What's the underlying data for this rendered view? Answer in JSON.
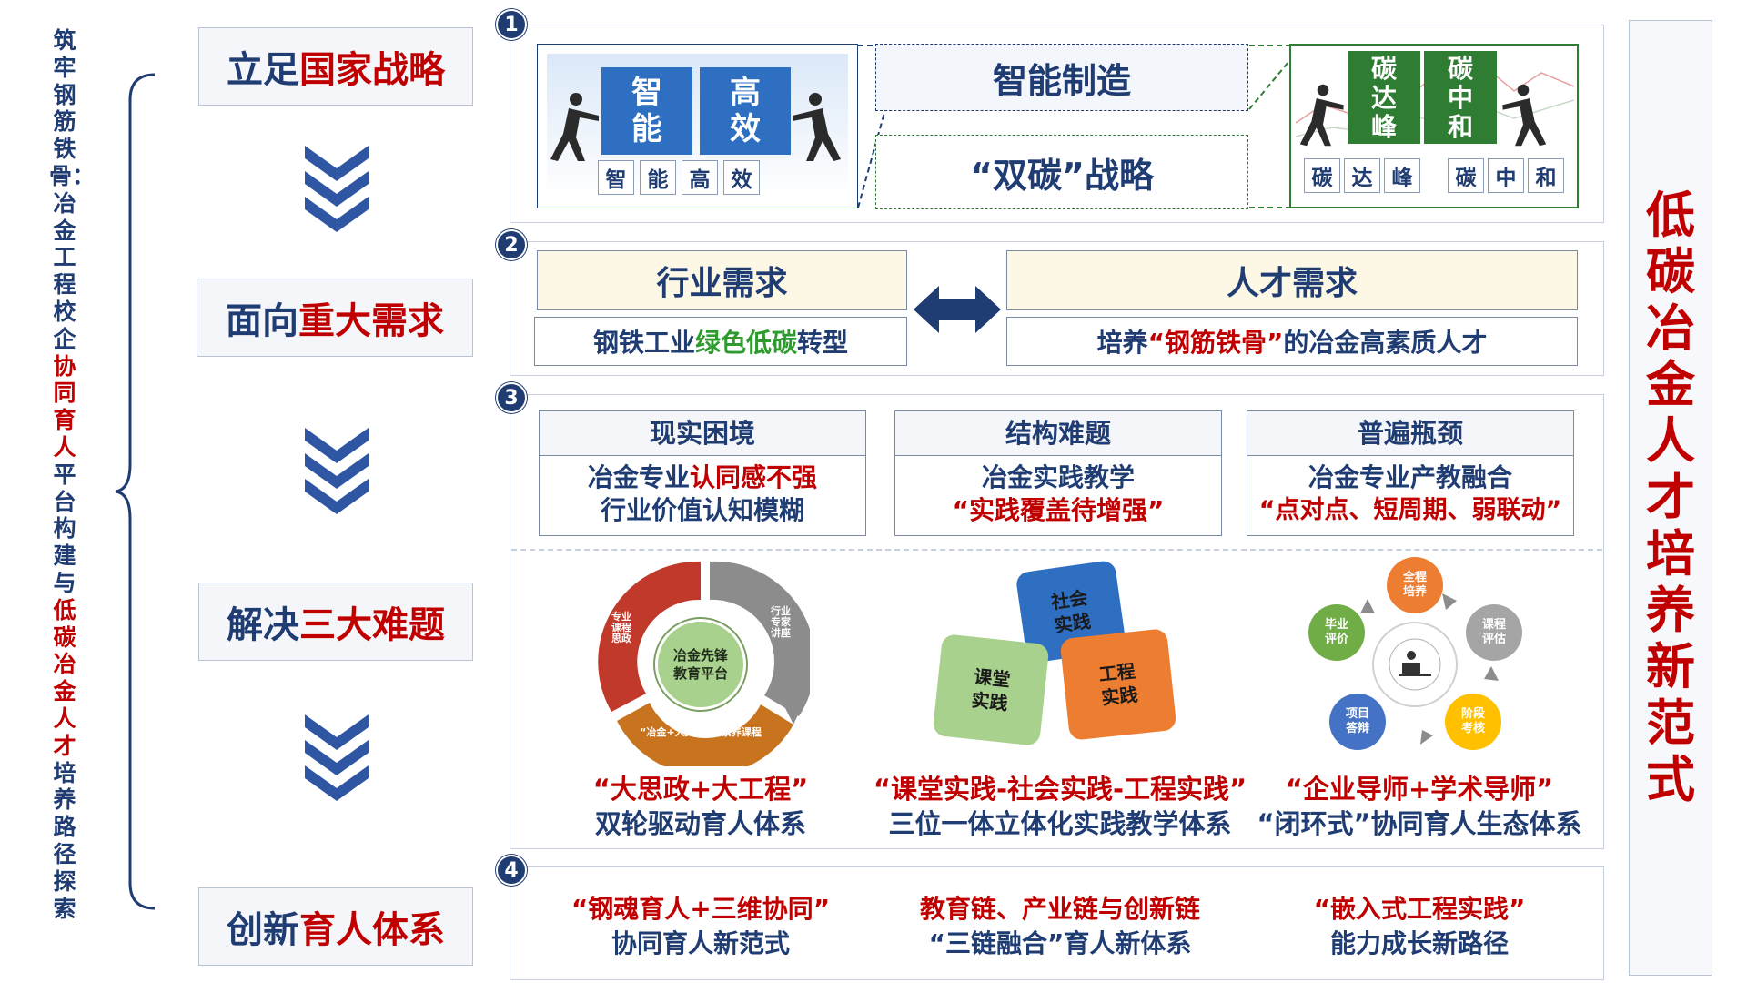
{
  "left_title": {
    "part1": "筑牢钢筋铁骨：冶金工程校企",
    "part2": "协同育人",
    "part3": "平台构建与",
    "part4": "低碳冶金人才",
    "part5": "培养路径探索"
  },
  "right_title": "低碳冶金人才培养新范式",
  "steps": [
    {
      "pre": "立足",
      "hl": "国家战略"
    },
    {
      "pre": "面向",
      "hl": "重大需求"
    },
    {
      "pre": "解决",
      "hl": "三大难题"
    },
    {
      "pre": "创新",
      "hl": "育人体系"
    }
  ],
  "section1": {
    "num": "1",
    "puzzle_left": {
      "a": "智能",
      "b": "高效",
      "cells": [
        "智",
        "能",
        "高",
        "效"
      ]
    },
    "mid_top": "智能制造",
    "mid_bottom": "“双碳”战略",
    "puzzle_right": {
      "a": "碳达峰",
      "b": "碳中和",
      "cells": [
        "碳",
        "达",
        "峰",
        "碳",
        "中",
        "和"
      ]
    }
  },
  "section2": {
    "num": "2",
    "left_header": "行业需求",
    "left_body": {
      "pre": "钢铁工业",
      "hl": "绿色低碳",
      "post": "转型"
    },
    "right_header": "人才需求",
    "right_body": {
      "pre": "培养",
      "hl": "“钢筋铁骨”",
      "post": " 的冶金高素质人才"
    }
  },
  "section3": {
    "num": "3",
    "problems": [
      {
        "header": "现实困境",
        "l1_pre": "冶金专业",
        "l1_hl": "认同感不强",
        "l2": "行业价值认知模糊"
      },
      {
        "header": "结构难题",
        "l1_pre": "冶金实践教学",
        "l1_hl": "",
        "l2": "“实践覆盖待增强”"
      },
      {
        "header": "普遍瓶颈",
        "l1_pre": "冶金专业产教融合",
        "l1_hl": "",
        "l2": "“点对点、短周期、弱联动”"
      }
    ],
    "wheel": {
      "center": "冶金先锋教育平台",
      "seg1": "专业课程思政",
      "seg2": "行业专家讲座",
      "seg3": "“冶金+人文”综合素养课程",
      "cap1": "“大思政+大工程”",
      "cap2": "双轮驱动育人体系"
    },
    "puzzle3": {
      "p1": "社会实践",
      "p2": "课堂实践",
      "p3": "工程实践",
      "cap1": "“课堂实践-社会实践-工程实践”",
      "cap2": "三位一体立体化实践教学体系"
    },
    "cycle": {
      "nodes": [
        "全程培养",
        "课程评估",
        "阶段考核",
        "项目答辩",
        "毕业评价"
      ],
      "cap1": "“企业导师+学术导师”",
      "cap2": "“闭环式”协同育人生态体系"
    }
  },
  "section4": {
    "num": "4",
    "items": [
      {
        "l1": "“钢魂育人+三维协同”",
        "l2": "协同育人新范式"
      },
      {
        "l1": "教育链、产业链与创新链",
        "l2": "“三链融合”育人新体系"
      },
      {
        "l1": "“嵌入式工程实践”",
        "l2": "能力成长新路径"
      }
    ]
  },
  "colors": {
    "navy": "#1f3c73",
    "red": "#c00000",
    "green": "#2e9b2e",
    "puzzle_blue": "#2e6fc2",
    "puzzle_green": "#2e7d32",
    "cream": "#fdf7e6"
  }
}
